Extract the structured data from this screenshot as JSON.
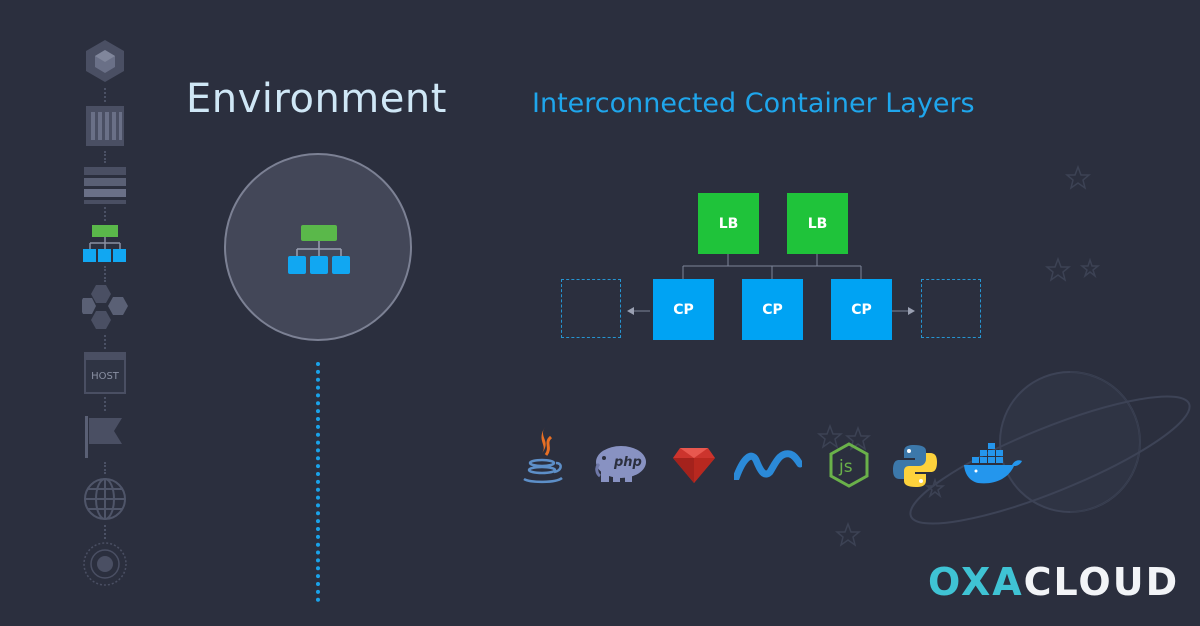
{
  "titles": {
    "environment": "Environment",
    "layers": "Interconnected Container Layers"
  },
  "diagram": {
    "load_balancers": [
      "LB",
      "LB"
    ],
    "compute_nodes": [
      "CP",
      "CP",
      "CP"
    ]
  },
  "rail": {
    "host_label": "HOST"
  },
  "tech_icons": [
    "java-icon",
    "php-icon",
    "ruby-icon",
    "dotnet-icon",
    "nodejs-icon",
    "python-icon",
    "docker-icon"
  ],
  "brand": {
    "part1": "OXA",
    "part2": "CLOUD"
  },
  "colors": {
    "background": "#2b2f3e",
    "lb_green": "#1fc33a",
    "cp_blue": "#00a3f3",
    "accent_blue": "#1fa6ec",
    "brand_teal": "#3fc3d4"
  }
}
